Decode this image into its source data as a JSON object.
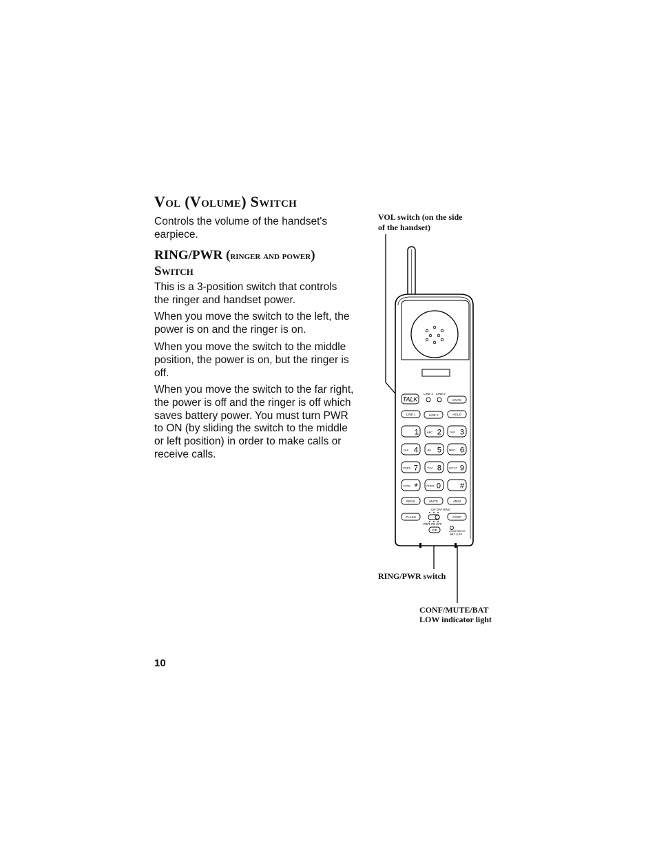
{
  "heading": "Vol (Volume) Switch",
  "vol_desc": "Controls the volume of the handset's earpiece.",
  "subheading": {
    "part1": "RING/PWR (",
    "part2": "ringer and power",
    "part3": ")",
    "part4": "Switch"
  },
  "paragraphs": [
    "This is a 3-position switch that controls the ringer and handset power.",
    "When you move the switch to the left, the power is on and  the ringer is on.",
    "When you move the switch to the middle position, the power is on, but the ringer is off.",
    "When you move the switch to the far right, the power is off and the ringer is off which saves battery power. You must turn PWR to ON (by sliding the switch to the middle or left position) in order to make calls or receive calls."
  ],
  "callouts": {
    "vol_line1": "VOL  switch (on the side",
    "vol_line2": "of the handset)",
    "ring_pwr": "RING/PWR switch",
    "conf_line1": "CONF/MUTE/BAT",
    "conf_line2": "LOW indicator light"
  },
  "page_number": "10",
  "phone_labels": {
    "line1_led": "LINE 1",
    "line2_led": "LINE 2",
    "talk": "TALK",
    "chan": "CHAN",
    "line1": "LINE 1",
    "line2": "LINE 2",
    "hold": "HOLD",
    "keys": [
      {
        "sub": "",
        "digit": "1"
      },
      {
        "sub": "ABC",
        "digit": "2"
      },
      {
        "sub": "DEF",
        "digit": "3"
      },
      {
        "sub": "GHI",
        "digit": "4"
      },
      {
        "sub": "JKL",
        "digit": "5"
      },
      {
        "sub": "MNO",
        "digit": "6"
      },
      {
        "sub": "PQRS",
        "digit": "7"
      },
      {
        "sub": "TUV",
        "digit": "8"
      },
      {
        "sub": "WXYZ",
        "digit": "9"
      },
      {
        "sub": "TONE",
        "digit": "*"
      },
      {
        "sub": "OPER",
        "digit": "0"
      },
      {
        "sub": "",
        "digit": "#"
      }
    ],
    "redial": "RE/HL",
    "mute": "MUTE",
    "mem": "MEM",
    "switch_top": "ON  OFF-RING",
    "flash": "FLASH",
    "conf": "CONF",
    "switch_bottom": "PWR-ON  OFF",
    "cid": "CID",
    "indicator1": "CONF/MUTE",
    "indicator2": "BAT LOW"
  }
}
